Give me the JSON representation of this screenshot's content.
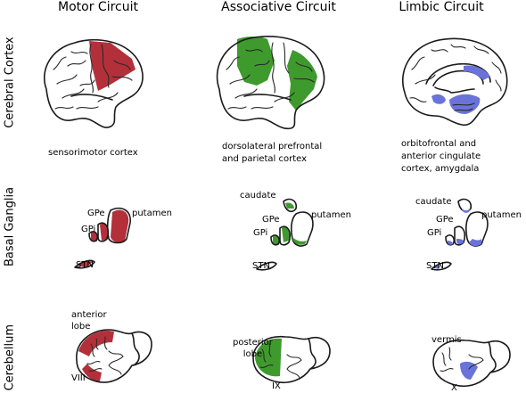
{
  "columns": {
    "motor": "Motor Circuit",
    "associative": "Associative Circuit",
    "limbic": "Limbic Circuit"
  },
  "rows": {
    "cortex": "Cerebral Cortex",
    "basal_ganglia": "Basal Ganglia",
    "cerebellum": "Cerebellum"
  },
  "captions": {
    "motor": "sensorimotor cortex",
    "associative": "dorsolateral prefrontal\nand parietal cortex",
    "limbic": "orbitofrontal and\nanterior cingulate\ncortex, amygdala"
  },
  "basal_ganglia_labels": {
    "caudate": "caudate",
    "gpe": "GPe",
    "gpi": "GPi",
    "putamen": "putamen",
    "stn": "STN"
  },
  "cerebellum_labels": {
    "motor_region": "anterior\nlobe",
    "motor_lobule": "VIII",
    "associative_region": "posterior\nlobe",
    "associative_lobule": "IX",
    "limbic_region": "vermis",
    "limbic_lobule": "X"
  },
  "colors": {
    "motor": "#b3303a",
    "associative": "#3f9a2e",
    "limbic": "#6a73d9",
    "outline": "#1a1a1a"
  }
}
